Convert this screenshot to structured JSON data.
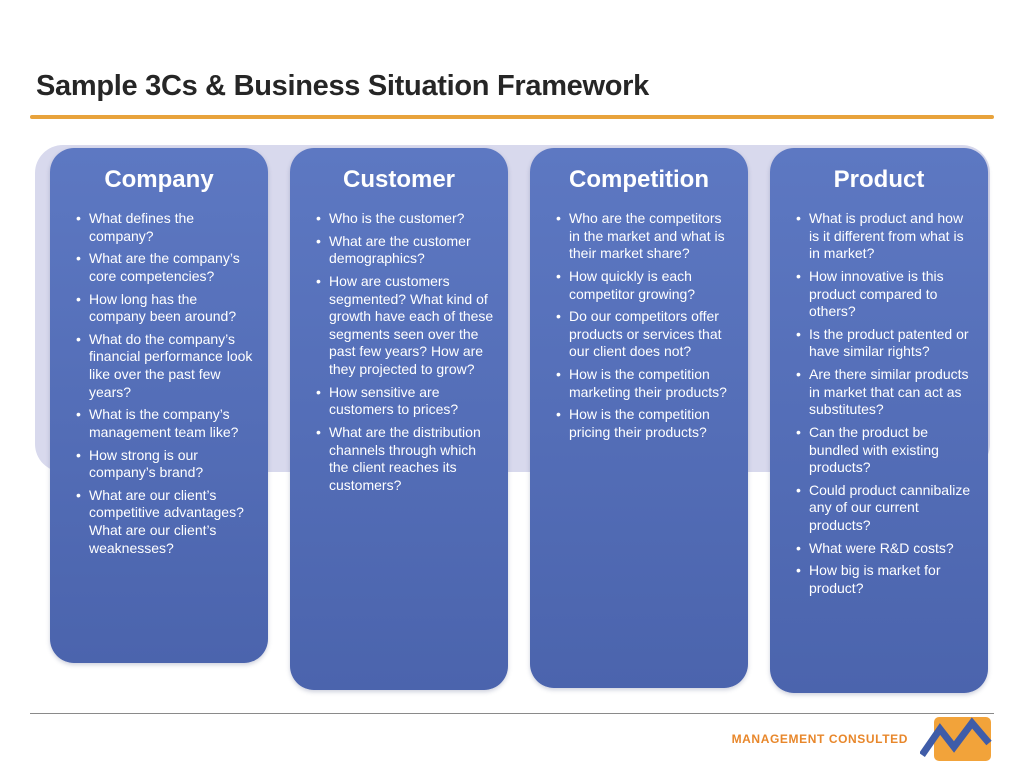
{
  "slide": {
    "title": "Sample 3Cs & Business Situation Framework",
    "accent_color": "#E8A33C",
    "backdrop_color": "#D8D9ED",
    "column_color_top": "#5D78C2",
    "column_color_bottom": "#4B64AD",
    "text_color": "#FFFFFF"
  },
  "columns": [
    {
      "title": "Company",
      "bullets": [
        "What defines the company?",
        "What are the company’s core competencies?",
        "How long has the company been around?",
        "What do the company’s financial performance look like over the past few years?",
        "What is the company’s management team like?",
        "How strong is our company’s brand?",
        "What are our client’s competitive advantages? What are our client’s weaknesses?"
      ]
    },
    {
      "title": "Customer",
      "bullets": [
        "Who is the customer?",
        "What are the customer demographics?",
        "How are customers segmented? What kind of growth have each of these segments seen over the past few years? How are they projected to grow?",
        "How sensitive are customers to prices?",
        "What are the distribution channels through which the client reaches its customers?"
      ]
    },
    {
      "title": "Competition",
      "bullets": [
        "Who are the competitors in the market and what is their market share?",
        "How quickly is each competitor growing?",
        "Do our competitors offer products or services that our client does not?",
        "How is the competition marketing their products?",
        "How is the competition pricing their products?"
      ]
    },
    {
      "title": "Product",
      "bullets": [
        "What is product and how is it different from what is in market?",
        "How innovative is this product compared to others?",
        "Is the product patented or have similar rights?",
        "Are there similar products in market that can act as substitutes?",
        "Can the product be bundled with existing products?",
        "Could product cannibalize any of our current products?",
        "What were R&D costs?",
        "How big is market for product?"
      ]
    }
  ],
  "footer": {
    "brand": "MANAGEMENT CONSULTED",
    "brand_color": "#E8872B",
    "logo": "management-consulted-logo",
    "logo_square_color": "#F2A33A",
    "logo_line_color": "#3F5CA8"
  }
}
